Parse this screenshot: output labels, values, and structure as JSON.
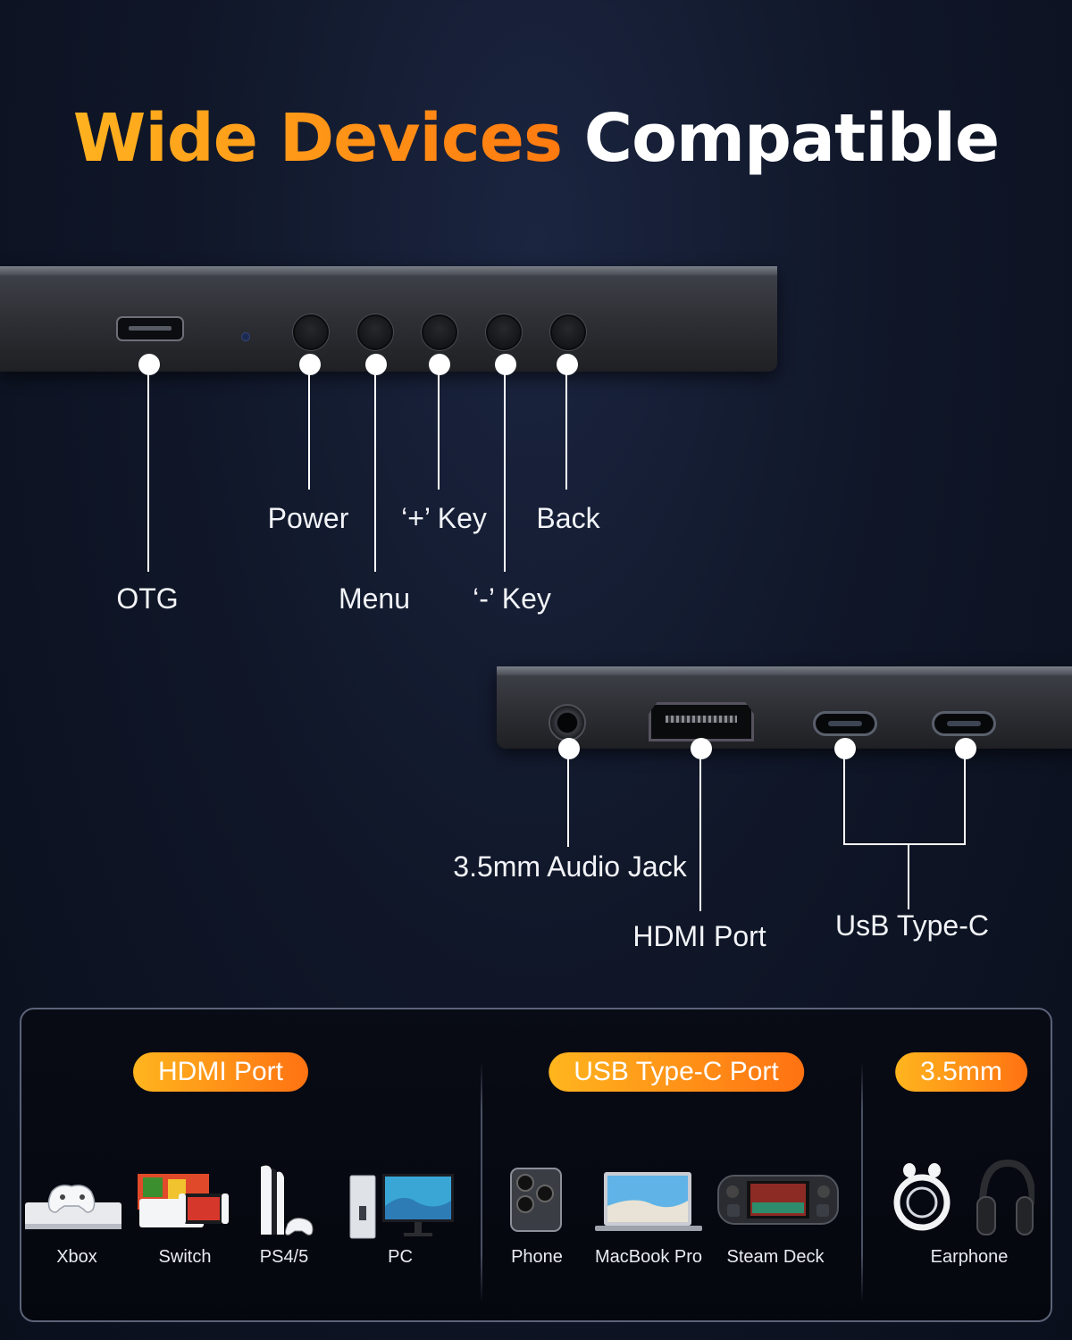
{
  "title": {
    "accent": "Wide Devices",
    "rest": "Compatible"
  },
  "top_bar": {
    "labels": {
      "otg": "OTG",
      "power": "Power",
      "menu": "Menu",
      "plus_key": "‘+’ Key",
      "minus_key": "‘-’ Key",
      "back": "Back"
    }
  },
  "bottom_bar": {
    "labels": {
      "audio": "3.5mm Audio Jack",
      "hdmi": "HDMI Port",
      "usbc": "UsB Type-C"
    }
  },
  "compat_panel": {
    "groups": [
      {
        "title": "HDMI Port",
        "devices": [
          "Xbox",
          "Switch",
          "PS4/5",
          "PC"
        ]
      },
      {
        "title": "USB Type-C Port",
        "devices": [
          "Phone",
          "MacBook Pro",
          "Steam Deck"
        ]
      },
      {
        "title": "3.5mm",
        "devices": [
          "Earphone"
        ]
      }
    ]
  },
  "colors": {
    "accent_start": "#ffb21f",
    "accent_end": "#ff7a10",
    "background": "#101729"
  }
}
